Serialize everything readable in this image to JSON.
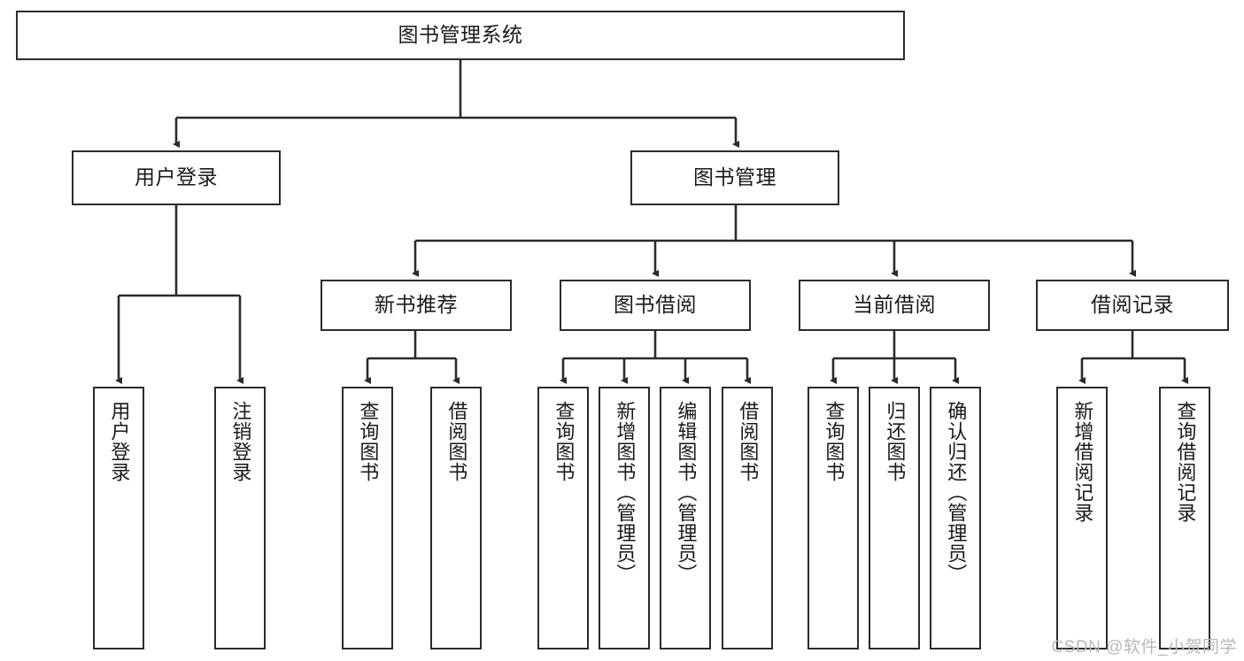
{
  "diagram": {
    "type": "hierarchy-tree",
    "title": "图书管理系统",
    "watermark": "CSDN @软件_小贺同学",
    "root": {
      "label": "图书管理系统"
    },
    "level2": [
      {
        "label": "用户登录"
      },
      {
        "label": "图书管理"
      }
    ],
    "level3": [
      {
        "label": "新书推荐"
      },
      {
        "label": "图书借阅"
      },
      {
        "label": "当前借阅"
      },
      {
        "label": "借阅记录"
      }
    ],
    "leaves": {
      "user_login": [
        {
          "label": "用户登录"
        },
        {
          "label": "注销登录"
        }
      ],
      "new_book_rec": [
        {
          "label": "查询图书"
        },
        {
          "label": "借阅图书"
        }
      ],
      "book_borrow": [
        {
          "label": "查询图书"
        },
        {
          "label": "新增图书（管理员）"
        },
        {
          "label": "编辑图书（管理员）"
        },
        {
          "label": "借阅图书"
        }
      ],
      "current_borrow": [
        {
          "label": "查询图书"
        },
        {
          "label": "归还图书"
        },
        {
          "label": "确认归还（管理员）"
        }
      ],
      "borrow_record": [
        {
          "label": "新增借阅记录"
        },
        {
          "label": "查询借阅记录"
        }
      ]
    },
    "colors": {
      "stroke": "#2b2b2b",
      "fill": "#ffffff",
      "text": "#1a1a1a",
      "watermark": "#b9b9b9"
    }
  }
}
